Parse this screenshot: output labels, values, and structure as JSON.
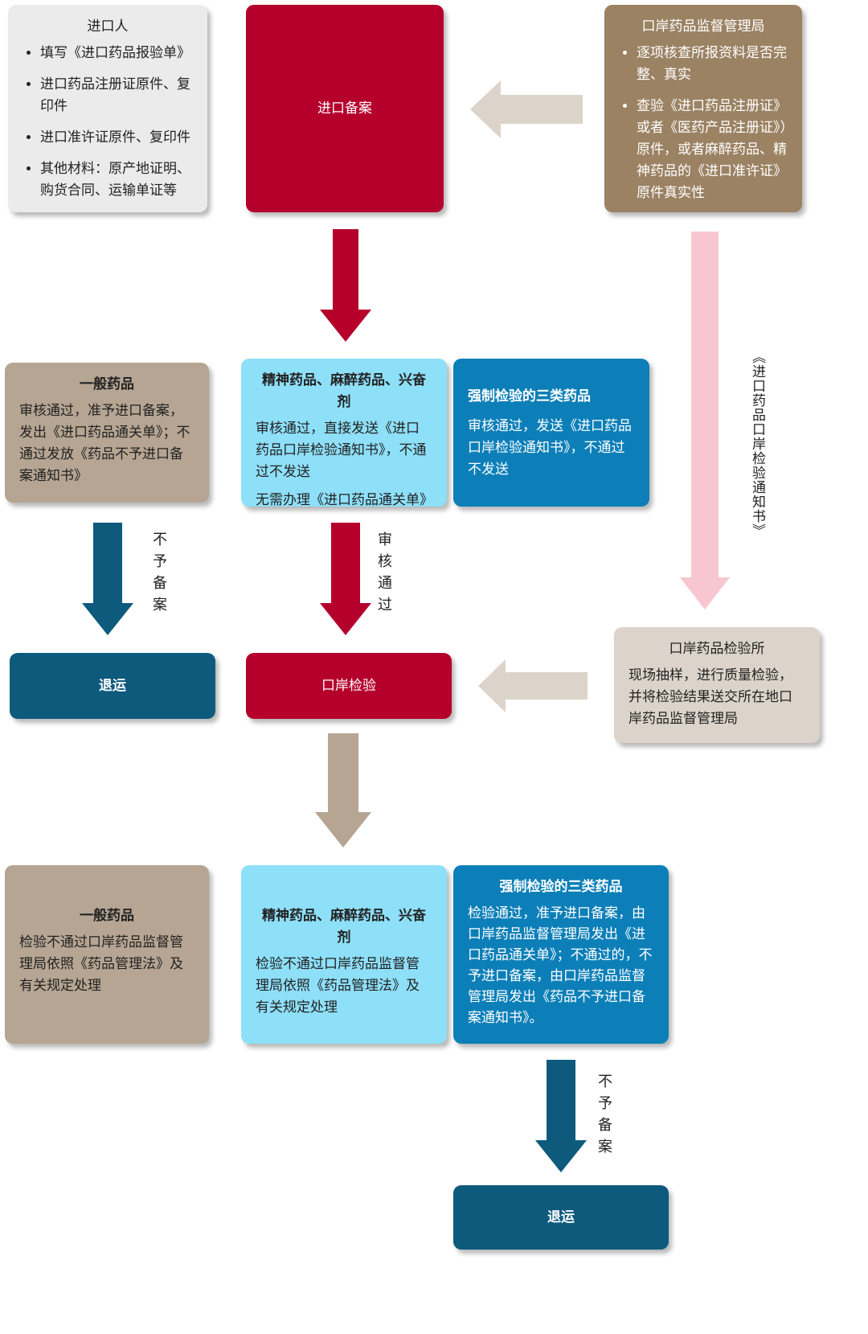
{
  "top": {
    "importer": {
      "title": "进口人",
      "items": [
        "填写《进口药品报验单》",
        "进口药品注册证原件、复印件",
        "进口准许证原件、复印件",
        "其他材料：原产地证明、购货合同、运输单证等"
      ]
    },
    "filing": {
      "label": "进口备案"
    },
    "port_admin": {
      "title": "口岸药品监督管理局",
      "items": [
        "逐项核查所报资料是否完整、真实",
        "查验《进口药品注册证》或者《医药产品注册证》）原件，或者麻醉药品、精神药品的《进口准许证》原件真实性"
      ]
    }
  },
  "side_label": "《进口药品口岸检验通知书》",
  "mid": {
    "general": {
      "title": "一般药品",
      "body": "审核通过，准予进口备案，发出《进口药品通关单》；不通过发放《药品不予进口备案通知书》"
    },
    "psychotropic": {
      "title": "精神药品、麻醉药品、兴奋剂",
      "body1": "审核通过，直接发送《进口药品口岸检验通知书》，不通过不发送",
      "body2": "无需办理《进口药品通关单》"
    },
    "mandatory": {
      "title": "强制检验的三类药品",
      "body": "审核通过，发送《进口药品口岸检验通知书》，不通过不发送"
    }
  },
  "arrow_labels": {
    "reject_1": "不予备案",
    "approve": "审核通过",
    "reject_2": "不予备案"
  },
  "row3": {
    "return_1": "退运",
    "port_inspection": "口岸检验",
    "inspection_institute": {
      "title": "口岸药品检验所",
      "body": "现场抽样，进行质量检验，并将检验结果送交所在地口岸药品监督管理局"
    }
  },
  "bottom": {
    "general": {
      "title": "一般药品",
      "body": "检验不通过口岸药品监督管理局依照《药品管理法》及有关规定处理"
    },
    "psychotropic": {
      "title": "精神药品、麻醉药品、兴奋剂",
      "body": "检验不通过口岸药品监督管理局依照《药品管理法》及有关规定处理"
    },
    "mandatory": {
      "title": "强制检验的三类药品",
      "body": "检验通过，准予进口备案，由口岸药品监督管理局发出《进口药品通关单》；不通过的，不予进口备案，由口岸药品监督管理局发出《药品不予进口备案通知书》。"
    },
    "return_2": "退运"
  },
  "colors": {
    "red": "#b5002c",
    "navy": "#0d5a7d",
    "tan": "#b5a592",
    "light_blue": "#8edff8",
    "blue": "#0c7fb8",
    "pink": "#f8c6d0",
    "beige": "#dcd4ca",
    "olive": "#9b8263"
  }
}
